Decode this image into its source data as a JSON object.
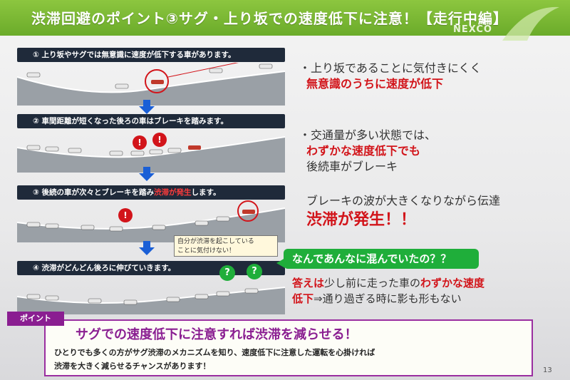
{
  "slide": {
    "title": "渋滞回避のポイント③サグ・上り坂での速度低下に注意！【走行中編】",
    "logo_text": "NEXCO",
    "page_number": "13"
  },
  "steps": [
    {
      "label": "① 上り坂やサグでは無意識に速度が低下する車があります。"
    },
    {
      "label": "② 車間距離が短くなった後ろの車はブレーキを踏みます。"
    },
    {
      "label_pre": "③ 後続の車が次々とブレーキを踏み",
      "label_hl": "渋滞が発生",
      "label_post": "します。"
    },
    {
      "label": "④ 渋滞がどんどん後ろに伸びていきます。"
    }
  ],
  "callout": {
    "line1": "自分が渋滞を起こしている",
    "line2": "ことに気付けない！"
  },
  "bullets": {
    "b1_line1": "・上り坂であることに気付きにくく",
    "b1_line2": "無意識のうちに速度が低下",
    "b2_line1": "・交通量が多い状態では、",
    "b2_line2": "わずかな速度低下でも",
    "b2_line3": "後続車がブレーキ",
    "b3_line1": "ブレーキの波が大きくなりながら伝達",
    "b3_line2": "渋滞が発生！！"
  },
  "question_bubble": "なんであんなに混んでいたの？？",
  "answer": {
    "part1": "答えは",
    "part2": "少し前に走った車の",
    "part3": "わずかな速度",
    "part4": "低下",
    "part5": "⇒通り過ぎる時に影も形もない"
  },
  "point": {
    "tag": "ポイント",
    "headline": "サグでの速度低下に注意すれば渋滞を減らせる！",
    "body_line1": "ひとりでも多くの方がサグ渋滞のメカニズムを知り、速度低下に注意した運転を心掛ければ",
    "body_line2": "渋滞を大きく減らせるチャンスがあります！"
  },
  "icons": {
    "exclamation": "!",
    "question": "?"
  },
  "colors": {
    "title_green": "#7bb834",
    "step_bar": "#1f2a3a",
    "emphasis_red": "#d2141a",
    "bubble_green": "#1fae3a",
    "point_purple": "#8a1e91",
    "arrow_blue": "#1a5fd6"
  }
}
